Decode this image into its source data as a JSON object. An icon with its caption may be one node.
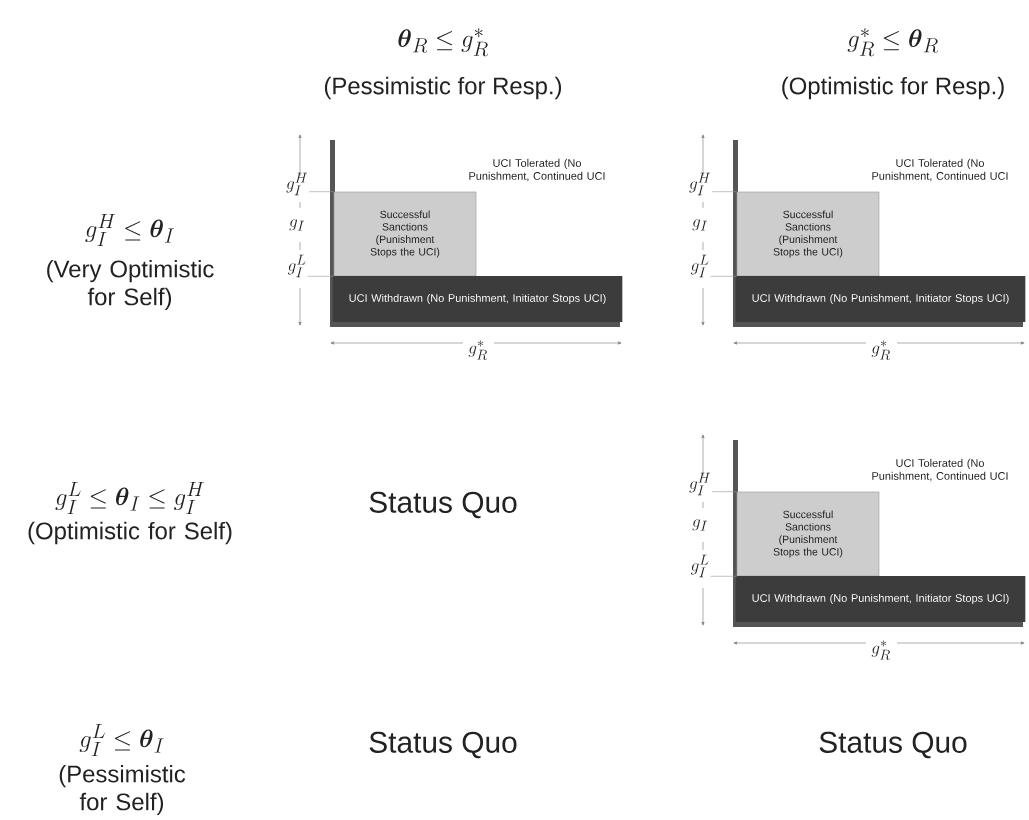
{
  "diagram": {
    "nodes": [
      {
        "text": [
          "Successful Sanctions (Punishment Stops the UCI)"
        ]
      },
      {
        "text": [
          "UCI Withdrawn (No Punishment, Initiator Stops UCI)"
        ]
      },
      {
        "text": [
          "g_I^H"
        ]
      },
      {
        "text": [
          "g_I^L"
        ]
      },
      {
        "text": [
          "Successful Sanctions (Punishment Stops the UCI)"
        ]
      },
      {
        "text": [
          "UCI Withdrawn (No Punishment, Initiator Stops UCI)"
        ]
      },
      {
        "text": [
          "g_I^H"
        ]
      },
      {
        "text": [
          "g_I^L"
        ]
      },
      {
        "text": [
          "Successful Sanctions (Punishment Stops the UCI)"
        ]
      },
      {
        "text": [
          "UCI Withdrawn (No Punishment, Initiator Stops UCI)"
        ]
      },
      {
        "text": [
          "g_I^H"
        ]
      },
      {
        "text": [
          "g_I^L"
        ]
      }
    ],
    "edges": [
      {
        "from": 2,
        "to": 0,
        "arrow": "none"
      },
      {
        "from": 3,
        "to": 0,
        "arrow": "none"
      },
      {
        "from": 6,
        "to": 4,
        "arrow": "none"
      },
      {
        "from": 7,
        "to": 4,
        "arrow": "none"
      },
      {
        "from": 10,
        "to": 8,
        "arrow": "none"
      },
      {
        "from": 11,
        "to": 8,
        "arrow": "none"
      }
    ],
    "labels": [
      "\\boldsymbol{\\theta}_R \\leq g_R^{*}",
      "(Pessimistic for Resp.)",
      "g_R^{*} \\leq \\boldsymbol{\\theta}_R",
      "(Optimistic for Resp.)",
      "g_I^H \\leq \\boldsymbol{\\theta}_I",
      "(Very Optimistic for Self)",
      "UCI Tolerated (No Punishment, Continued UCI",
      "g_I",
      "g_R^{*}",
      "UCI Tolerated (No Punishment, Continued UCI",
      "g_I",
      "g_R^{*}",
      "g_I^L \\leq \\boldsymbol{\\theta}_I \\leq g_I^H",
      "(Optimistic for Self)",
      "Status Quo",
      "UCI Tolerated (No Punishment, Continued UCI",
      "g_I",
      "g_R^{*}",
      "g_I^L \\leq \\boldsymbol{\\theta}_I",
      "(Pessimistic for Self)",
      "Status Quo",
      "Status Quo"
    ]
  }
}
